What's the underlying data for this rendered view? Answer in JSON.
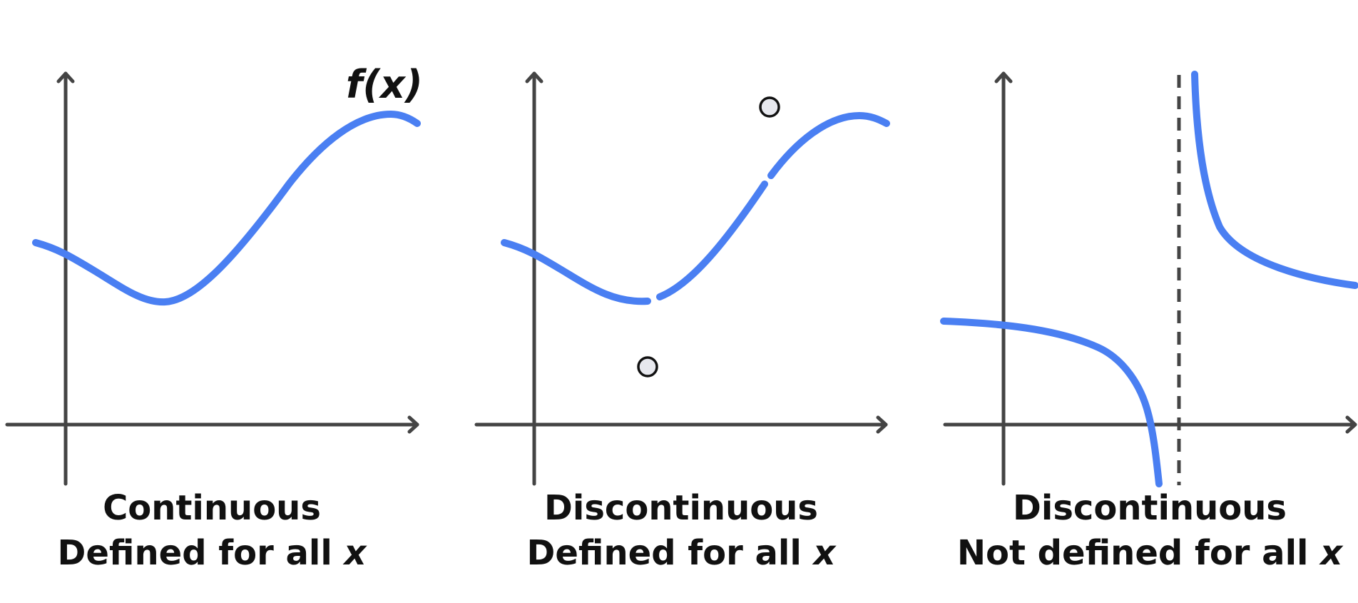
{
  "function_label": "f(x)",
  "panels": [
    {
      "caption_line1": "Continuous",
      "caption_line2_text": "Defined for all ",
      "caption_line2_var": "x"
    },
    {
      "caption_line1": "Discontinuous",
      "caption_line2_text": "Defined for all ",
      "caption_line2_var": "x"
    },
    {
      "caption_line1": "Discontinuous",
      "caption_line2_text": "Not defined for all ",
      "caption_line2_var": "x"
    }
  ],
  "colors": {
    "curve": "#4a7ff2",
    "axis": "#444444",
    "text": "#111111",
    "open_point_fill": "#e7e8ee"
  }
}
